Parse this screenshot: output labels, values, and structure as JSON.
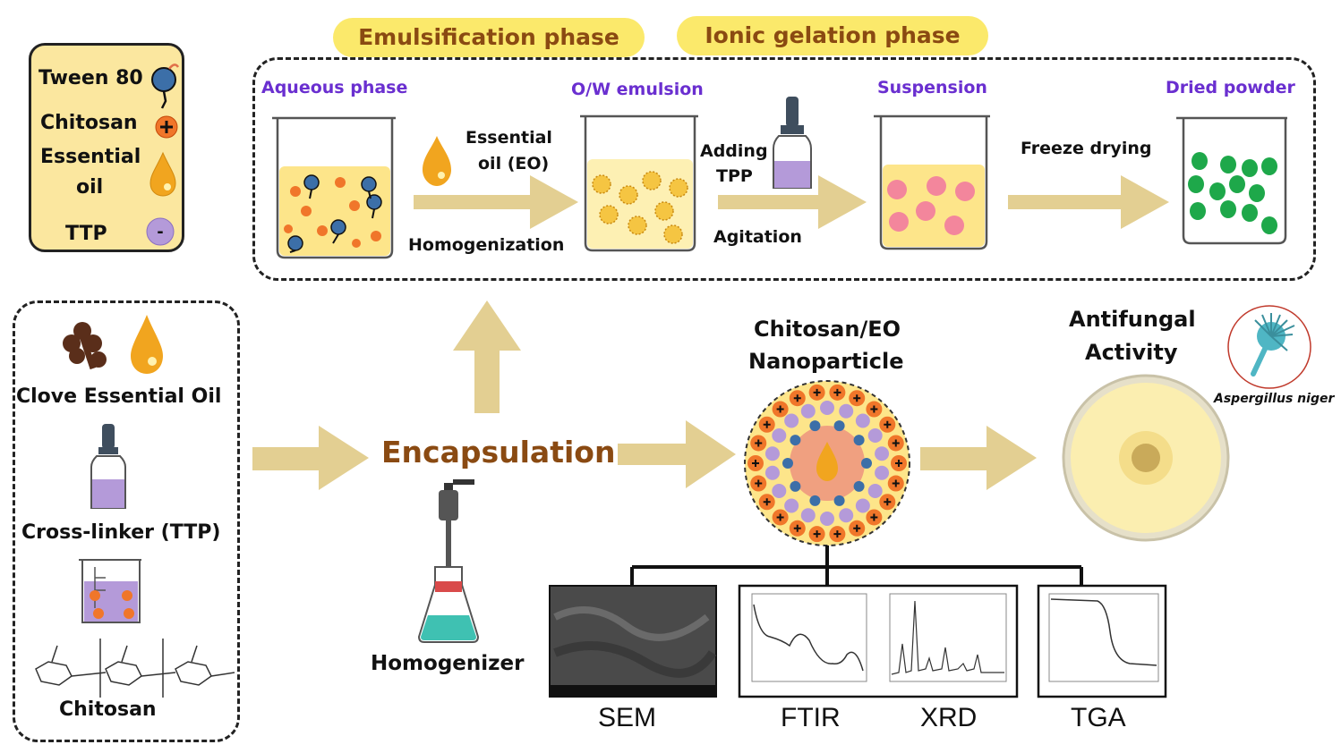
{
  "phases": {
    "emulsification": "Emulsification phase",
    "ionic_gelation": "Ionic gelation phase"
  },
  "legend": {
    "tween": "Tween 80",
    "chitosan": "Chitosan",
    "essential_line1": "Essential",
    "essential_line2": "oil",
    "ttp": "TTP",
    "minus": "-"
  },
  "process": {
    "aqueous": "Aqueous phase",
    "ow_emulsion": "O/W emulsion",
    "suspension": "Suspension",
    "dried_powder": "Dried powder",
    "essential_oil_line1": "Essential",
    "essential_oil_line2": "oil (EO)",
    "homogenization": "Homogenization",
    "adding_line1": "Adding",
    "adding_line2": "TPP",
    "agitation": "Agitation",
    "freeze_drying": "Freeze drying"
  },
  "materials": {
    "clove": "Clove Essential Oil",
    "crosslinker": "Cross-linker (TTP)",
    "chitosan": "Chitosan"
  },
  "center": {
    "encapsulation": "Encapsulation",
    "homogenizer": "Homogenizer",
    "nano_line1": "Chitosan/EO",
    "nano_line2": "Nanoparticle",
    "antifungal_line1": "Antifungal",
    "antifungal_line2": "Activity",
    "aspergillus": "Aspergillus niger"
  },
  "analysis": {
    "sem": "SEM",
    "ftir": "FTIR",
    "xrd": "XRD",
    "tga": "TGA"
  },
  "colors": {
    "arrow": "#e3cf92",
    "pill": "#fbe96b",
    "phase_text": "#8a4a12",
    "purple": "#6a2fd0",
    "oil": "#f1a51f",
    "chitosan_orange": "#f0762a",
    "tween_blue": "#3c6fa8",
    "ttp_purple": "#b49ad9",
    "green": "#1ea84a",
    "pink": "#f3869c"
  }
}
